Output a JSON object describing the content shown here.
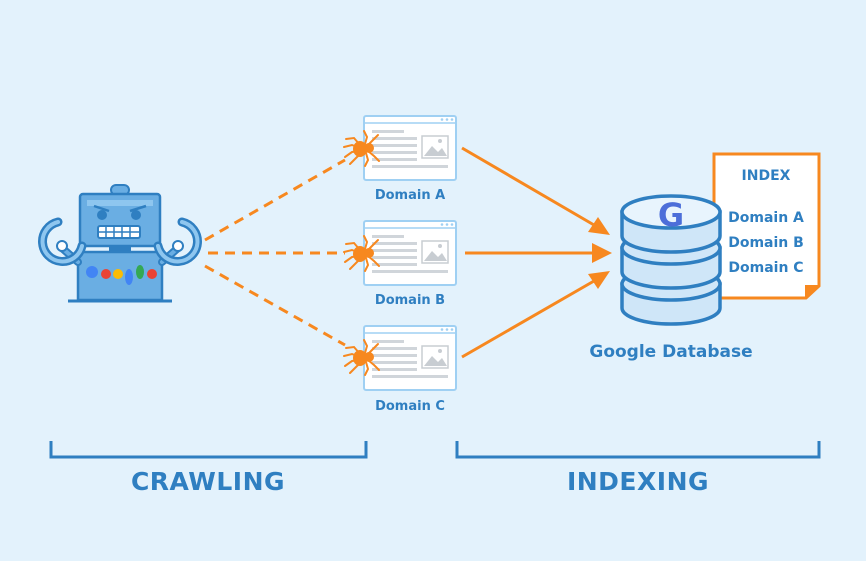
{
  "colors": {
    "background": "#e3f2fc",
    "primary_blue": "#2f7fc1",
    "light_blue": "#9fd0f3",
    "robot_blue": "#6aaee3",
    "orange": "#f7881f",
    "google_blue": "#4285f4",
    "google_red": "#ea4335",
    "google_yellow": "#fbbc05",
    "google_green": "#34a853"
  },
  "icons": {
    "crawler": "robot-icon",
    "spider": "spider-icon",
    "page": "web-page-icon",
    "database": "database-icon",
    "index_document": "document-icon"
  },
  "domains": [
    {
      "label": "Domain A"
    },
    {
      "label": "Domain B"
    },
    {
      "label": "Domain C"
    }
  ],
  "database": {
    "logo_letter": "G",
    "label": "Google Database"
  },
  "index_doc": {
    "title": "INDEX",
    "entries": [
      "Domain A",
      "Domain B",
      "Domain C"
    ]
  },
  "sections": {
    "crawling": "CRAWLING",
    "indexing": "INDEXING"
  }
}
